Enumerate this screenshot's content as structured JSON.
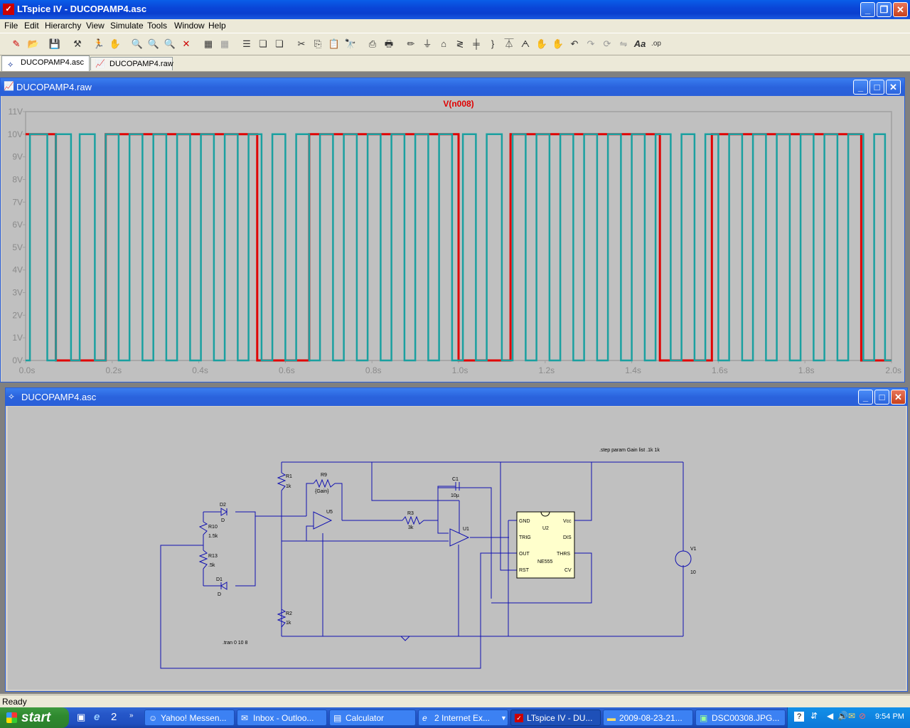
{
  "app": {
    "title": "LTspice IV - DUCOPAMP4.asc"
  },
  "menu": [
    "File",
    "Edit",
    "Hierarchy",
    "View",
    "Simulate",
    "Tools",
    "Window",
    "Help"
  ],
  "tabs": [
    {
      "label": "DUCOPAMP4.asc"
    },
    {
      "label": "DUCOPAMP4.raw"
    }
  ],
  "waveform_window": {
    "title": "DUCOPAMP4.raw"
  },
  "schematic_window": {
    "title": "DUCOPAMP4.asc"
  },
  "chart_data": {
    "type": "line",
    "title": "V(n008)",
    "xlabel": "",
    "ylabel": "",
    "xlim": [
      0,
      2.0
    ],
    "ylim": [
      0,
      11
    ],
    "x_ticks": [
      "0.0s",
      "0.2s",
      "0.4s",
      "0.6s",
      "0.8s",
      "1.0s",
      "1.2s",
      "1.4s",
      "1.6s",
      "1.8s",
      "2.0s"
    ],
    "y_ticks": [
      "0V",
      "1V",
      "2V",
      "3V",
      "4V",
      "5V",
      "6V",
      "7V",
      "8V",
      "9V",
      "10V",
      "11V"
    ],
    "grid": false,
    "series": [
      {
        "color": "#e00000",
        "x": [
          0.0,
          0.07,
          0.07,
          0.185,
          0.185,
          0.535,
          0.535,
          0.655,
          0.655,
          1.0,
          1.0,
          1.12,
          1.12,
          1.465,
          1.465,
          1.585,
          1.585,
          1.93,
          1.93,
          2.0
        ],
        "values": [
          10,
          10,
          0,
          0,
          10,
          10,
          0,
          0,
          10,
          10,
          0,
          0,
          10,
          10,
          0,
          0,
          10,
          10,
          0,
          0
        ]
      },
      {
        "color": "#1aa0a0",
        "x": [
          0.0,
          0.01,
          0.01,
          0.05,
          0.05,
          0.07,
          0.07,
          0.105,
          0.105,
          0.125,
          0.125,
          0.16,
          0.16,
          0.185,
          0.185,
          0.215,
          0.215,
          0.24,
          0.24,
          0.27,
          0.27,
          0.295,
          0.295,
          0.325,
          0.325,
          0.35,
          0.35,
          0.38,
          0.38,
          0.405,
          0.405,
          0.435,
          0.435,
          0.46,
          0.46,
          0.49,
          0.49,
          0.515,
          0.515,
          0.545,
          0.545,
          0.57,
          0.57,
          0.6,
          0.6,
          0.625,
          0.625,
          0.655,
          0.655,
          0.68,
          0.68,
          0.71,
          0.71,
          0.735,
          0.735,
          0.765,
          0.765,
          0.79,
          0.79,
          0.82,
          0.82,
          0.845,
          0.845,
          0.875,
          0.875,
          0.9,
          0.9,
          0.93,
          0.93,
          0.955,
          0.955,
          0.985,
          0.985,
          1.01,
          1.01,
          1.04,
          1.04,
          1.065,
          1.065,
          1.1,
          1.1,
          1.125,
          1.125,
          1.155,
          1.155,
          1.18,
          1.18,
          1.21,
          1.21,
          1.235,
          1.235,
          1.265,
          1.265,
          1.29,
          1.29,
          1.32,
          1.32,
          1.345,
          1.345,
          1.375,
          1.375,
          1.4,
          1.4,
          1.43,
          1.43,
          1.455,
          1.455,
          1.49,
          1.49,
          1.515,
          1.515,
          1.545,
          1.545,
          1.57,
          1.57,
          1.6,
          1.6,
          1.625,
          1.625,
          1.655,
          1.655,
          1.68,
          1.68,
          1.71,
          1.71,
          1.735,
          1.735,
          1.765,
          1.765,
          1.79,
          1.79,
          1.82,
          1.82,
          1.845,
          1.845,
          1.875,
          1.875,
          1.9,
          1.9,
          1.935,
          1.935,
          1.96,
          1.96,
          1.985,
          1.985,
          2.0
        ],
        "values": [
          0,
          0,
          10,
          10,
          0,
          0,
          10,
          10,
          0,
          0,
          10,
          10,
          0,
          0,
          10,
          10,
          0,
          0,
          10,
          10,
          0,
          0,
          10,
          10,
          0,
          0,
          10,
          10,
          0,
          0,
          10,
          10,
          0,
          0,
          10,
          10,
          0,
          0,
          10,
          10,
          0,
          0,
          10,
          10,
          0,
          0,
          10,
          10,
          0,
          0,
          10,
          10,
          0,
          0,
          10,
          10,
          0,
          0,
          10,
          10,
          0,
          0,
          10,
          10,
          0,
          0,
          10,
          10,
          0,
          0,
          10,
          10,
          0,
          0,
          10,
          10,
          0,
          0,
          10,
          10,
          0,
          0,
          10,
          10,
          0,
          0,
          10,
          10,
          0,
          0,
          10,
          10,
          0,
          0,
          10,
          10,
          0,
          0,
          10,
          10,
          0,
          0,
          10,
          10,
          0,
          0,
          10,
          10,
          0,
          0,
          10,
          10,
          0,
          0,
          10,
          10,
          0,
          0,
          10,
          10,
          0,
          0,
          10,
          10,
          0,
          0,
          10,
          10,
          0,
          0,
          10,
          10,
          0,
          0,
          10,
          10,
          0,
          0,
          10,
          10,
          0,
          0,
          10,
          10,
          0,
          0
        ]
      }
    ]
  },
  "schematic": {
    "directives": [
      ".step param Gain list .1k 1k",
      ".tran 0 10 8"
    ],
    "labels": {
      "r1": "R1",
      "r1v": "1k",
      "r9": "R9",
      "r9v": "{Gain}",
      "r10": "R10",
      "r10v": "1.5k",
      "r13": "R13",
      "r13v": ".5k",
      "r2": "R2",
      "r2v": "1k",
      "r3": "R3",
      "r3v": "3k",
      "c1": "C1",
      "c1v": "10µ",
      "d1": "D1",
      "d1v": "D",
      "d2": "D2",
      "d2v": "D",
      "u5": "U5",
      "u1": "U1",
      "u2": "U2",
      "ne": "NE555",
      "gnd": "GND",
      "trig": "TRIG",
      "out": "OUT",
      "rst": "RST",
      "vcc": "Vcc",
      "dis": "DIS",
      "thrs": "THRS",
      "cv": "CV",
      "v1": "V1",
      "v1v": "10"
    }
  },
  "status": {
    "text": "Ready"
  },
  "taskbar": {
    "start": "start",
    "quicklaunch_count": "2",
    "tasks": [
      {
        "label": "Yahoo! Messen..."
      },
      {
        "label": "Inbox - Outloo..."
      },
      {
        "label": "Calculator"
      },
      {
        "label": "2 Internet Ex..."
      },
      {
        "label": "LTspice IV - DU..."
      },
      {
        "label": "2009-08-23-21..."
      },
      {
        "label": "DSC00308.JPG..."
      }
    ],
    "clock": "9:54 PM"
  }
}
